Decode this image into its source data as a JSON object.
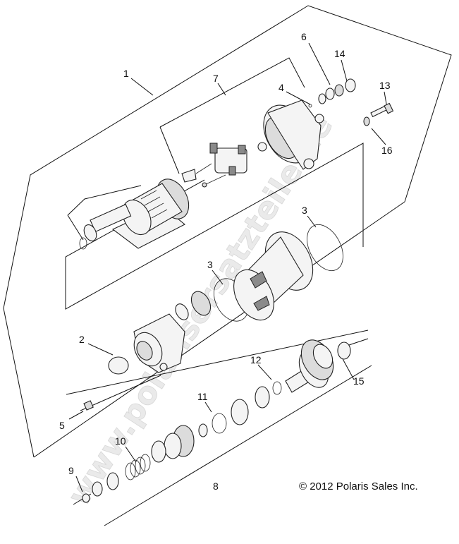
{
  "callouts": {
    "c1": "1",
    "c2": "2",
    "c3a": "3",
    "c3b": "3",
    "c4": "4",
    "c5": "5",
    "c6": "6",
    "c7": "7",
    "c8": "8",
    "c9": "9",
    "c10": "10",
    "c11": "11",
    "c12": "12",
    "c13": "13",
    "c14": "14",
    "c15": "15",
    "c16": "16"
  },
  "copyright": "© 2012  Polaris Sales Inc.",
  "watermark": "www.polarisersatzteile.de"
}
